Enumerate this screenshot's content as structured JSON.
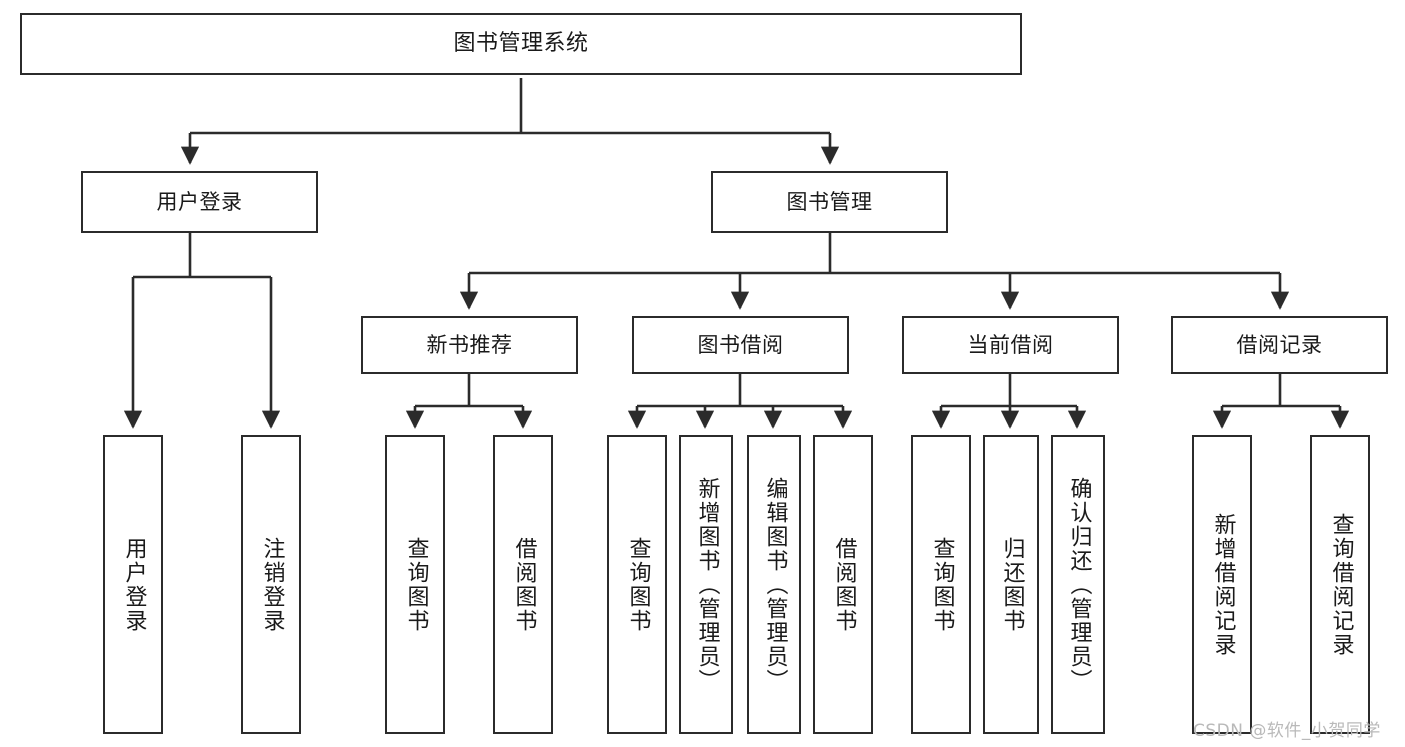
{
  "diagram": {
    "title": "图书管理系统",
    "type": "functional-structure-tree",
    "watermark": "CSDN @软件_小贺同学",
    "colors": {
      "background": "#ffffff",
      "node_border": "#2b2b2b",
      "node_fill": "#ffffff",
      "edge": "#2b2b2b",
      "text": "#1a1a1a",
      "watermark": "#b9b9b9"
    },
    "nodes": {
      "root": {
        "label": "图书管理系统",
        "level": 1
      },
      "level2": [
        {
          "id": "user-login",
          "label": "用户登录"
        },
        {
          "id": "book-manage",
          "label": "图书管理"
        }
      ],
      "level3": [
        {
          "id": "new-book-recommend",
          "label": "新书推荐"
        },
        {
          "id": "book-borrow",
          "label": "图书借阅"
        },
        {
          "id": "current-borrow",
          "label": "当前借阅"
        },
        {
          "id": "borrow-record",
          "label": "借阅记录"
        }
      ],
      "leaves": {
        "user-login": [
          {
            "id": "leaf-user-login",
            "label": "用户登录"
          },
          {
            "id": "leaf-logout-login",
            "label": "注销登录"
          }
        ],
        "new-book-recommend": [
          {
            "id": "leaf-query-book-1",
            "label": "查询图书"
          },
          {
            "id": "leaf-borrow-book-1",
            "label": "借阅图书"
          }
        ],
        "book-borrow": [
          {
            "id": "leaf-query-book-2",
            "label": "查询图书"
          },
          {
            "id": "leaf-add-book",
            "label": "新增图书（管理员）"
          },
          {
            "id": "leaf-edit-book",
            "label": "编辑图书（管理员）"
          },
          {
            "id": "leaf-borrow-book-2",
            "label": "借阅图书"
          }
        ],
        "current-borrow": [
          {
            "id": "leaf-query-book-3",
            "label": "查询图书"
          },
          {
            "id": "leaf-return-book",
            "label": "归还图书"
          },
          {
            "id": "leaf-confirm-return",
            "label": "确认归还（管理员）"
          }
        ],
        "borrow-record": [
          {
            "id": "leaf-add-record",
            "label": "新增借阅记录"
          },
          {
            "id": "leaf-query-record",
            "label": "查询借阅记录"
          }
        ]
      }
    }
  }
}
